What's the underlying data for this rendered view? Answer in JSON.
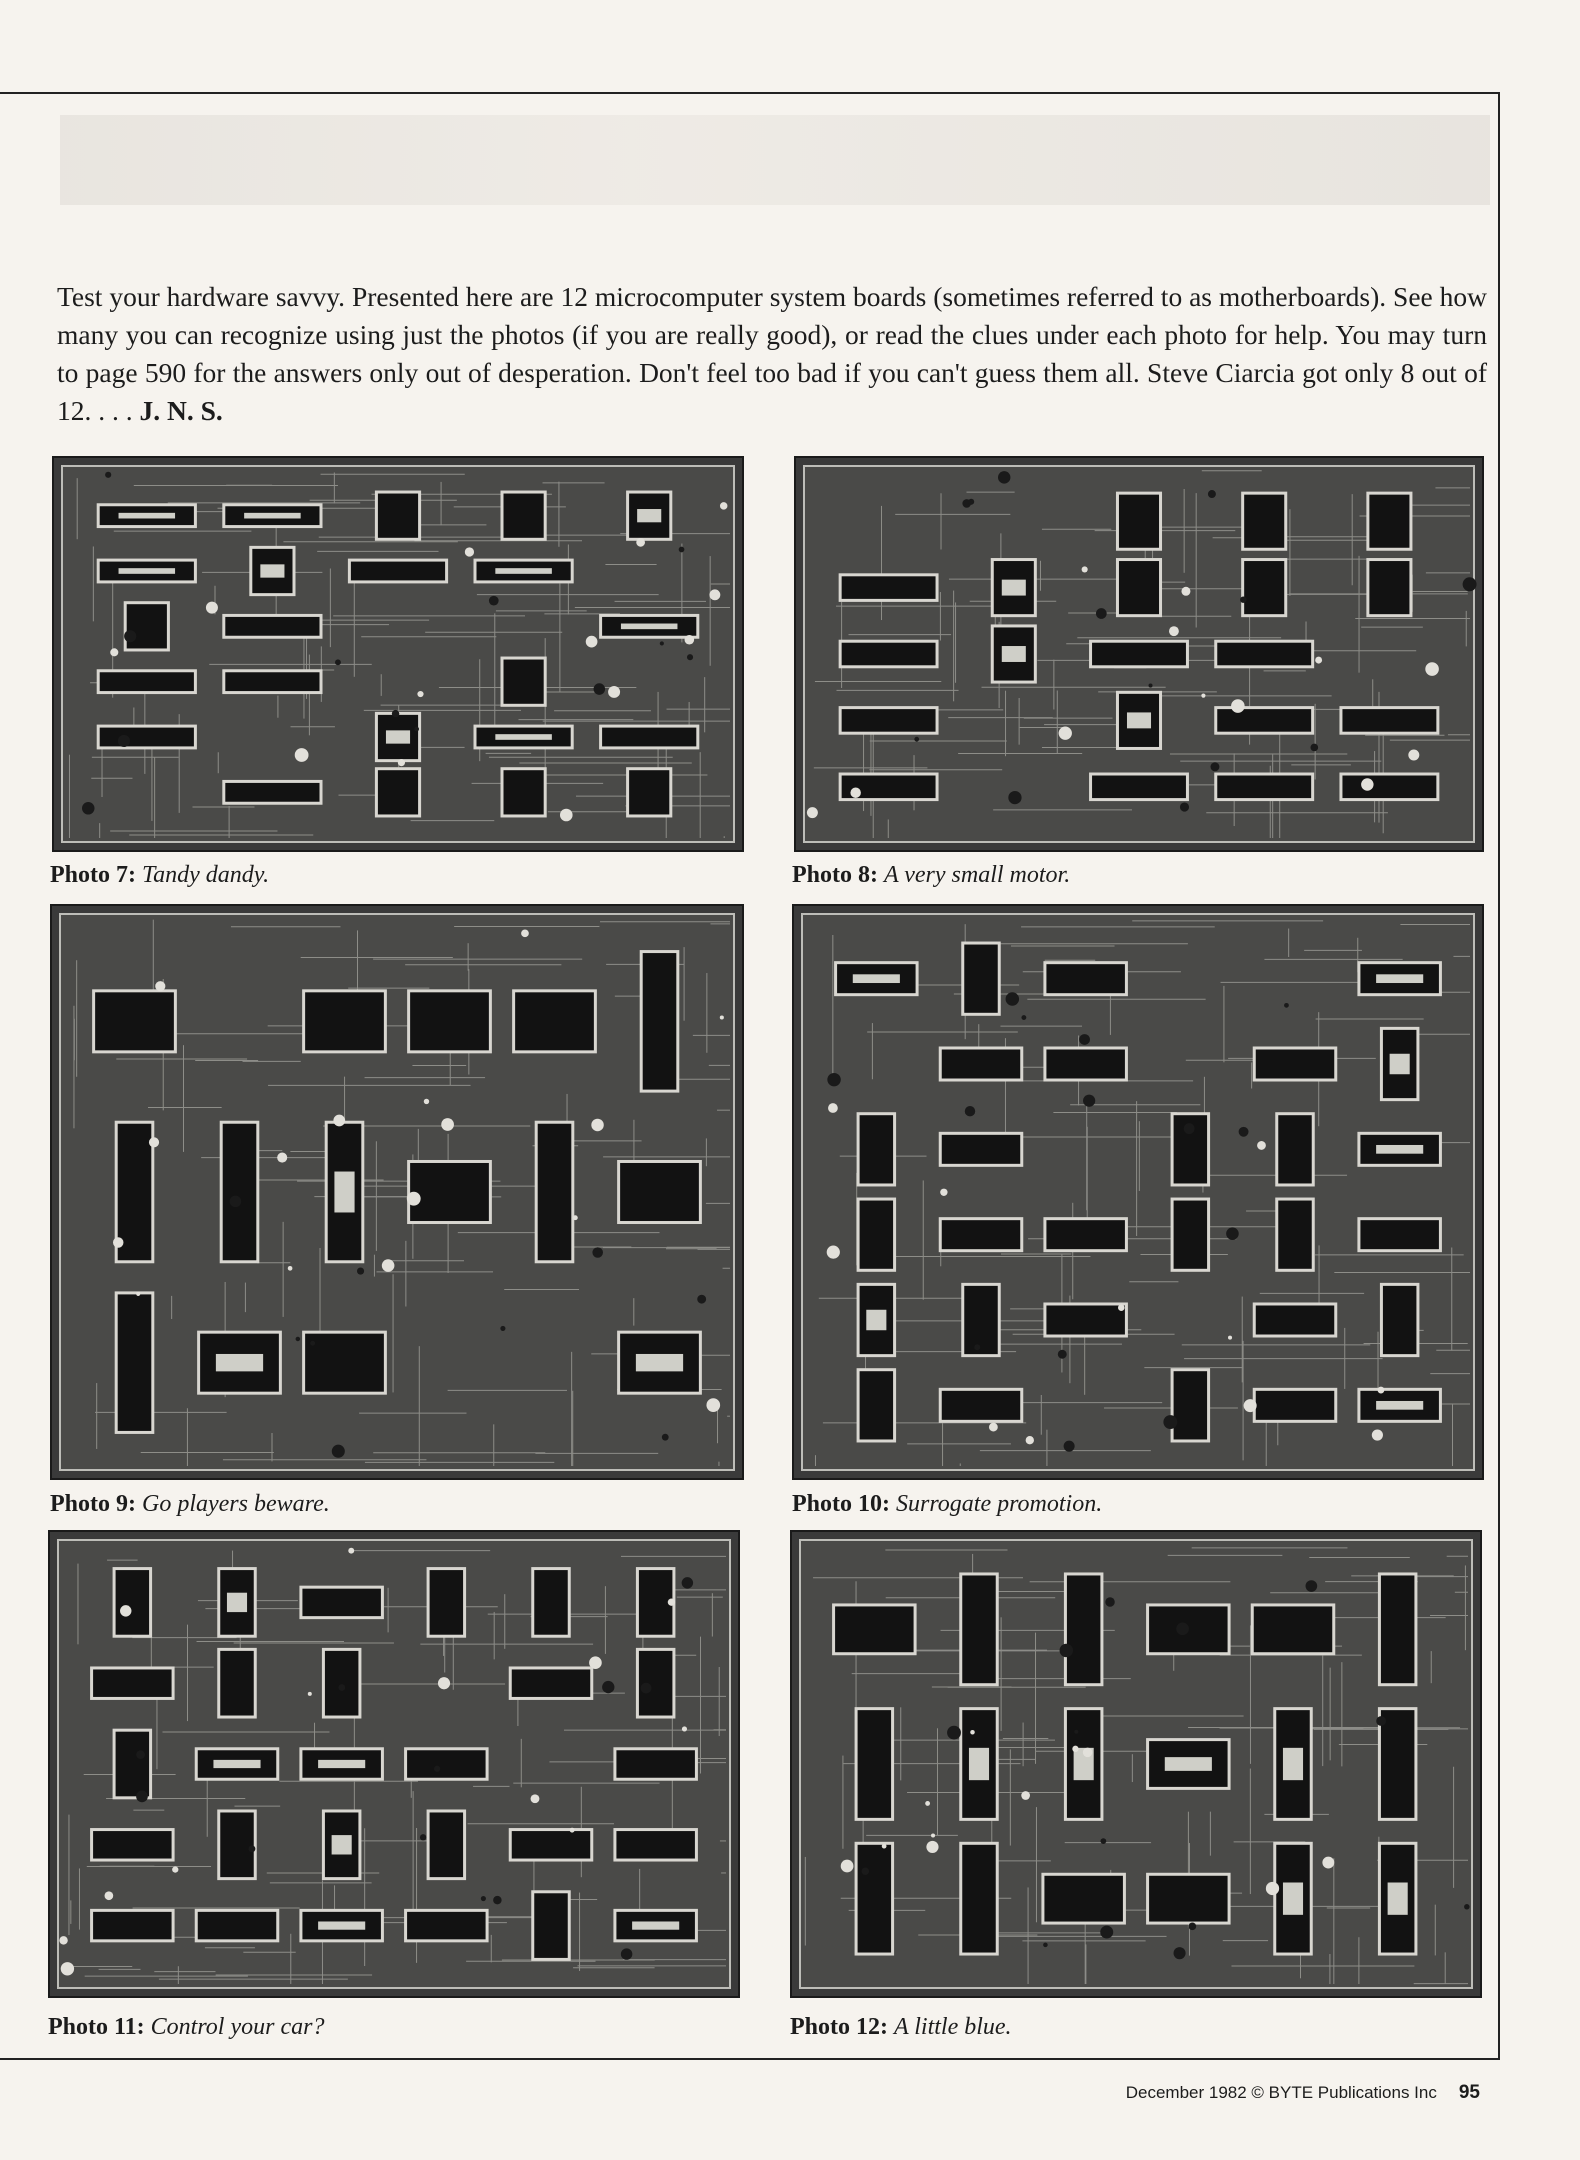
{
  "intro": {
    "text": "Test your hardware savvy. Presented here are 12 microcomputer system boards (sometimes referred to as motherboards). See how many you can recognize using just the photos (if you are really good), or read the clues under each photo for help. You may turn to page 590 for the answers only out of desperation. Don't feel too bad if you can't guess them all. Steve Ciarcia got only 8 out of 12. . . .",
    "signature": "J. N. S."
  },
  "photos": [
    {
      "label": "Photo 7:",
      "clue": "Tandy dandy."
    },
    {
      "label": "Photo 8:",
      "clue": "A very small motor."
    },
    {
      "label": "Photo 9:",
      "clue": "Go players beware."
    },
    {
      "label": "Photo 10:",
      "clue": "Surrogate promotion."
    },
    {
      "label": "Photo 11:",
      "clue": "Control your car?"
    },
    {
      "label": "Photo 12:",
      "clue": "A little blue."
    }
  ],
  "footer": {
    "credit": "December 1982 © BYTE Publications Inc",
    "page_number": "95"
  },
  "colors": {
    "paper": "#f6f3ee",
    "ink": "#1c1c1c",
    "board": "#2b2b2b",
    "chip": "#101010"
  }
}
